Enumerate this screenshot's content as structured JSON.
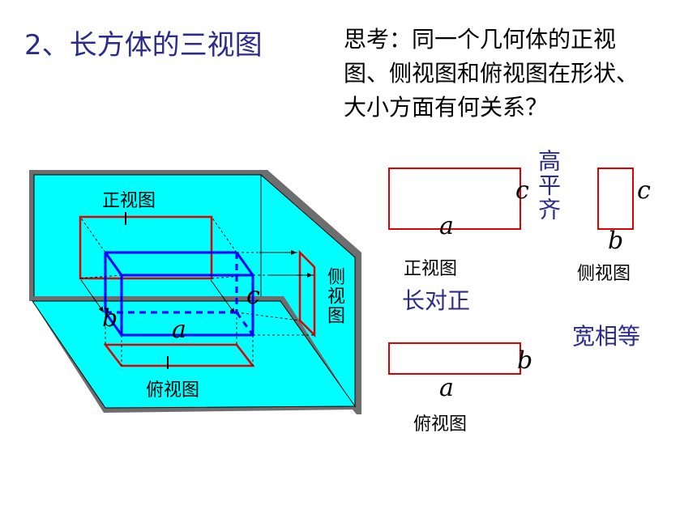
{
  "title": "2、长方体的三视图",
  "question": {
    "lines": [
      "思考：同一个几何体的正视",
      "图、侧视图和俯视图在形状、",
      "大小方面有何关系？"
    ]
  },
  "diagram_3d": {
    "front_view_label": "正视图",
    "side_view_label": "侧视图",
    "top_view_label": "俯视图",
    "dim_a": "a",
    "dim_b": "b",
    "dim_c": "c"
  },
  "views": {
    "front": {
      "label": "正视图",
      "width_label": "a",
      "height_label": "c"
    },
    "side": {
      "label": "侧视图",
      "width_label": "b",
      "height_label": "c"
    },
    "top": {
      "label": "俯视图",
      "width_label": "a",
      "depth_label": "b"
    }
  },
  "rules": {
    "height_equal": "高平齐",
    "length_aligned": "长对正",
    "width_equal": "宽相等"
  },
  "colors": {
    "plane_fill": "#00ffff",
    "plane_shadow": "#6e6e6e",
    "box_edge": "#0000ff",
    "projection_edge": "#e00000",
    "title_color": "#2b2b8c"
  }
}
